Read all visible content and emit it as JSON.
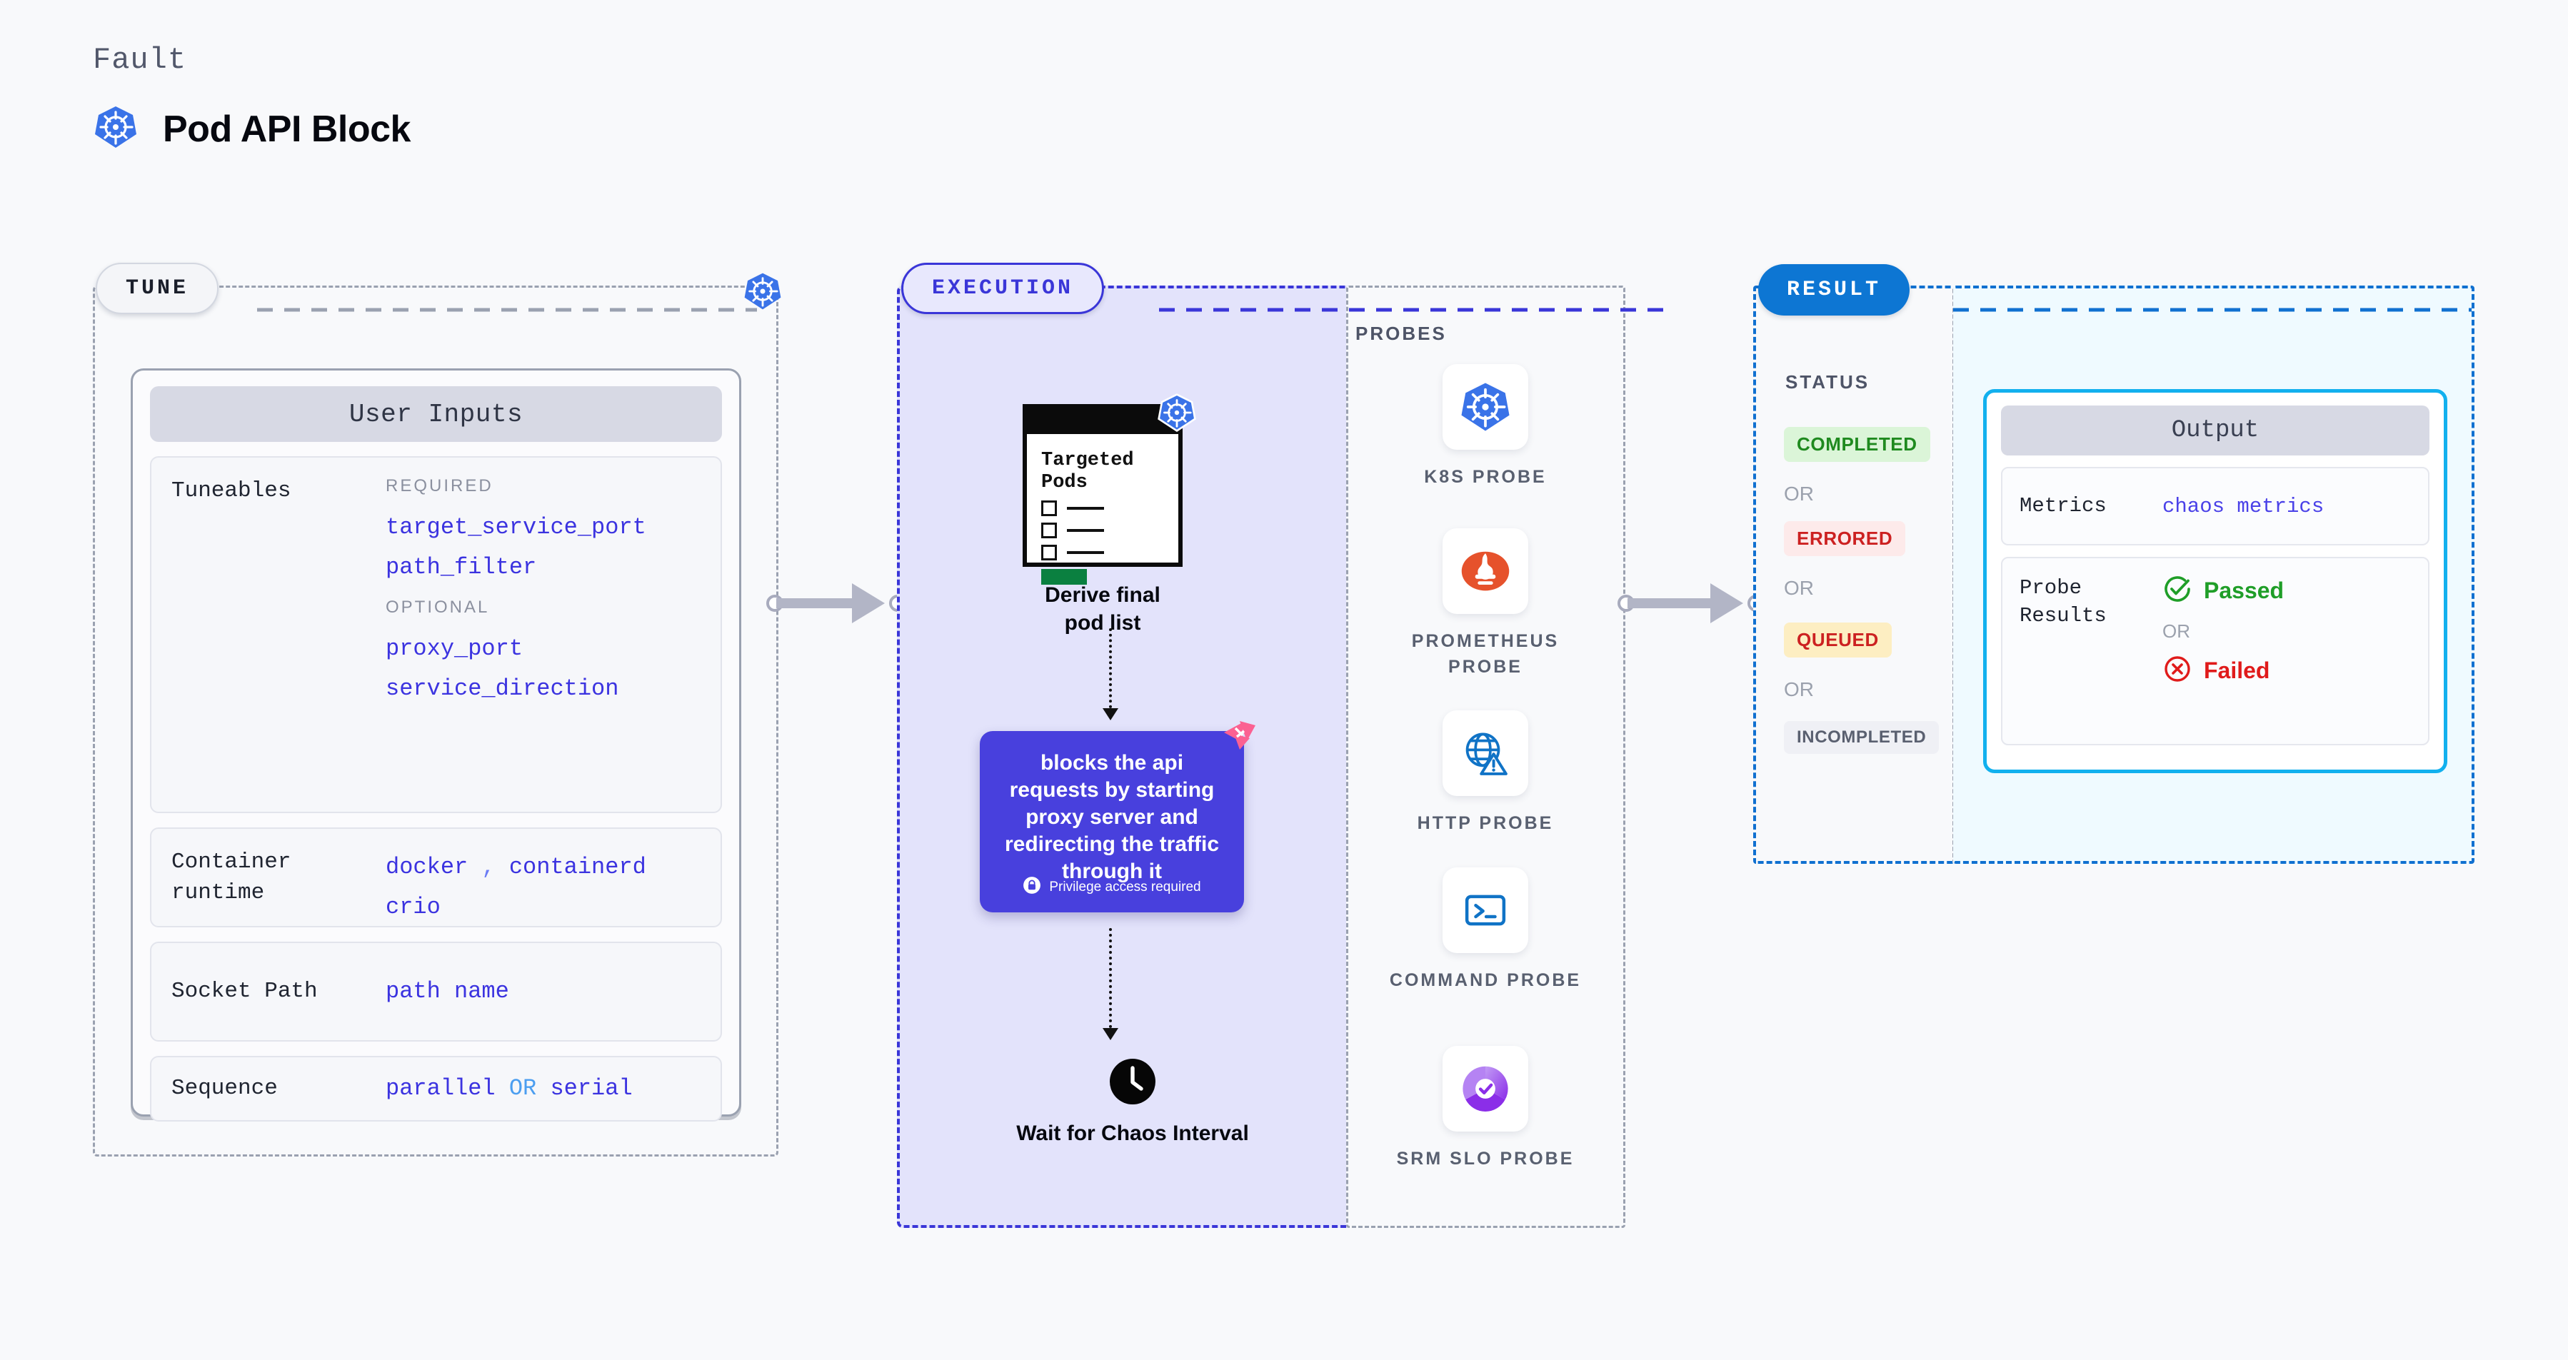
{
  "header": {
    "eyebrow": "Fault",
    "title": "Pod API Block",
    "icon": "kubernetes-icon"
  },
  "tune": {
    "stage_label": "TUNE",
    "node_icon": "kubernetes-icon",
    "card_title": "User Inputs",
    "rows": [
      {
        "label": "Tuneables",
        "groups": [
          {
            "caption": "REQUIRED",
            "values": [
              "target_service_port",
              "path_filter"
            ]
          },
          {
            "caption": "OPTIONAL",
            "values": [
              "proxy_port",
              "service_direction"
            ]
          }
        ]
      },
      {
        "label": "Container runtime",
        "line1_a": "docker",
        "line1_sep": ",",
        "line1_b": "containerd",
        "line2": "crio"
      },
      {
        "label": "Socket Path",
        "value": "path name"
      },
      {
        "label": "Sequence",
        "value_a": "parallel",
        "value_sep": "OR",
        "value_b": "serial"
      }
    ]
  },
  "execution": {
    "stage_label": "EXECUTION",
    "doc": {
      "title": "Targeted Pods",
      "badge_icon": "kubernetes-icon",
      "caption": "Derive final pod list"
    },
    "action": {
      "text": "blocks the api requests by starting proxy server and redirecting the traffic through it",
      "privilege_note": "Privilege access required",
      "privilege_icon": "lock-icon",
      "brand_icon": "harness-icon",
      "color": "#4840dd"
    },
    "wait": {
      "icon": "clock-icon",
      "caption": "Wait for Chaos Interval"
    }
  },
  "probes": {
    "section_label": "PROBES",
    "items": [
      {
        "name": "K8S PROBE",
        "icon": "kubernetes-icon"
      },
      {
        "name": "PROMETHEUS PROBE",
        "icon": "prometheus-icon"
      },
      {
        "name": "HTTP PROBE",
        "icon": "http-globe-warning-icon"
      },
      {
        "name": "COMMAND PROBE",
        "icon": "terminal-icon"
      },
      {
        "name": "SRM SLO PROBE",
        "icon": "srm-slo-icon"
      }
    ]
  },
  "result": {
    "stage_label": "RESULT",
    "status_label": "STATUS",
    "or_text": "OR",
    "statuses": [
      {
        "text": "COMPLETED",
        "color": "#1f8a1f",
        "bg": "#dbf5d8"
      },
      {
        "text": "ERRORED",
        "color": "#cc2121",
        "bg": "#fdeaea"
      },
      {
        "text": "QUEUED",
        "color": "#cc2121",
        "bg": "#fdeec2"
      },
      {
        "text": "INCOMPLETED",
        "color": "#5a6070",
        "bg": "#eff0f5"
      }
    ]
  },
  "output": {
    "card_title": "Output",
    "metrics_label": "Metrics",
    "metrics_value": "chaos metrics",
    "probe_results_label": "Probe Results",
    "passed_text": "Passed",
    "passed_icon": "check-circle-icon",
    "or_text": "OR",
    "failed_text": "Failed",
    "failed_icon": "x-circle-icon"
  },
  "colors": {
    "accent_purple": "#3a36d8",
    "accent_blue": "#0d76d3",
    "code_blue": "#3b33e0",
    "pass_green": "#1f9e28",
    "fail_red": "#e01b1b"
  }
}
